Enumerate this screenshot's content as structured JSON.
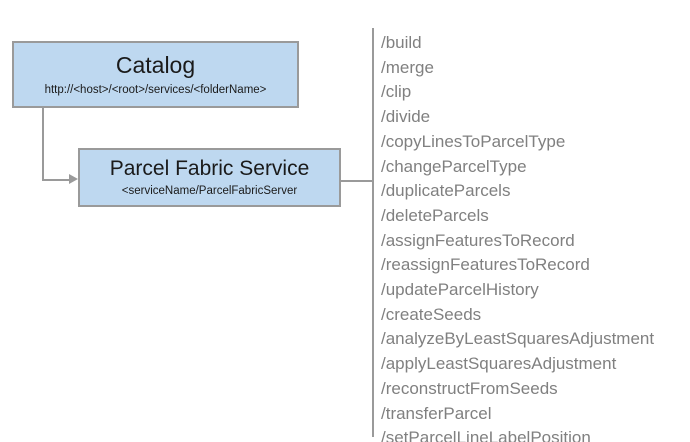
{
  "diagram": {
    "background_color": "#ffffff",
    "node_fill_color": "#bed8f0",
    "node_border_color": "#9a9a9a",
    "connector_color": "#9a9a9a",
    "list_text_color": "#808080"
  },
  "nodes": [
    {
      "id": "catalog",
      "title": "Catalog",
      "subtitle": "http://<host>/<root>/services/<folderName>"
    },
    {
      "id": "parcel-fabric-service",
      "title": "Parcel Fabric Service",
      "subtitle": "<serviceName/ParcelFabricServer"
    }
  ],
  "operations": [
    "/build",
    "/merge",
    "/clip",
    "/divide",
    "/copyLinesToParcelType",
    "/changeParcelType",
    "/duplicateParcels",
    "/deleteParcels",
    "/assignFeaturesToRecord",
    "/reassignFeaturesToRecord",
    "/updateParcelHistory",
    "/createSeeds",
    "/analyzeByLeastSquaresAdjustment",
    "/applyLeastSquaresAdjustment",
    "/reconstructFromSeeds",
    "/transferParcel",
    "/setParcelLineLabelPosition"
  ]
}
